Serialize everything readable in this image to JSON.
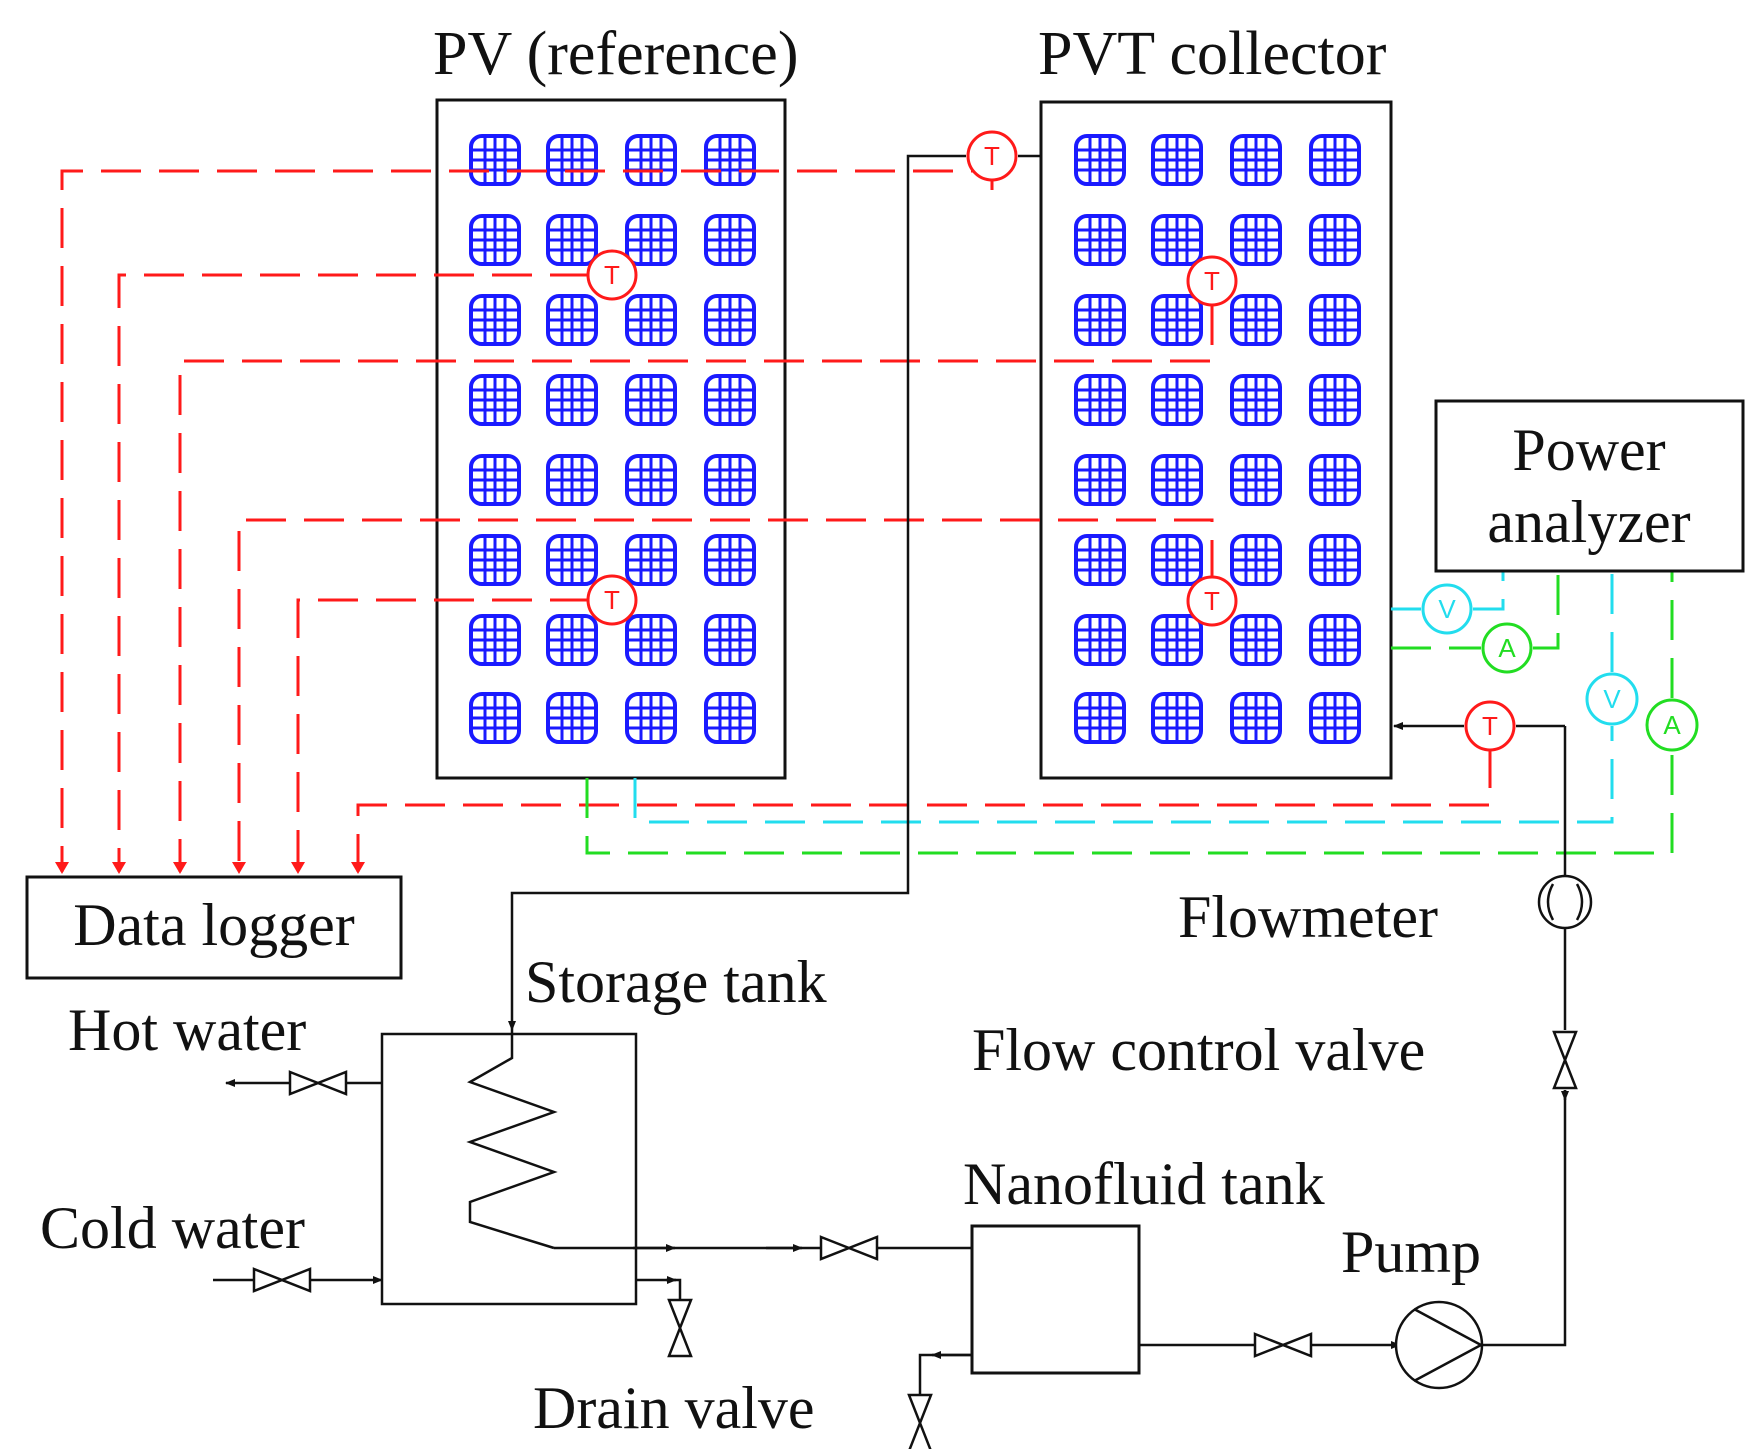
{
  "labels": {
    "pv_reference": "PV (reference)",
    "pvt_collector": "PVT collector",
    "power_analyzer_line1": "Power",
    "power_analyzer_line2": "analyzer",
    "data_logger": "Data logger",
    "storage_tank": "Storage tank",
    "hot_water": "Hot water",
    "cold_water": "Cold water",
    "flowmeter": "Flowmeter",
    "flow_control_valve": "Flow control valve",
    "nanofluid_tank": "Nanofluid tank",
    "pump": "Pump",
    "drain_valve": "Drain valve"
  },
  "sensor_symbols": {
    "temperature": "T",
    "voltage": "V",
    "current": "A"
  },
  "colors": {
    "cell_blue": "#1a1aff",
    "temperature_red": "#ff1a1a",
    "voltage_cyan": "#22ddee",
    "current_green": "#22dd22",
    "pipe_black": "#111111"
  }
}
